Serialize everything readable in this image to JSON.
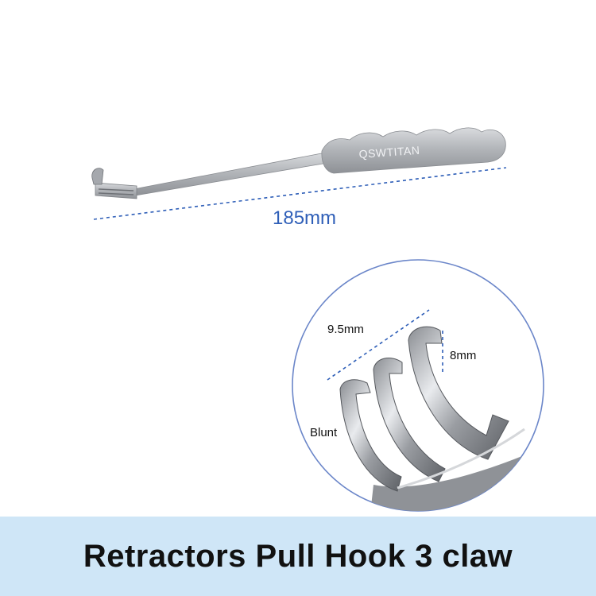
{
  "instrument": {
    "brand_engraving": "QSWTITAN",
    "length_label": "185mm"
  },
  "detail": {
    "width_label": "9.5mm",
    "depth_label": "8mm",
    "tip_label": "Blunt"
  },
  "caption": {
    "title": "Retractors Pull Hook 3 claw"
  },
  "colors": {
    "steel": "#b9bcc0",
    "dimension_line": "#2f5fb8",
    "length_text": "#2f5fb8",
    "circle_outline": "#6b86c9",
    "caption_background": "#cfe6f7",
    "caption_text": "#111111"
  }
}
